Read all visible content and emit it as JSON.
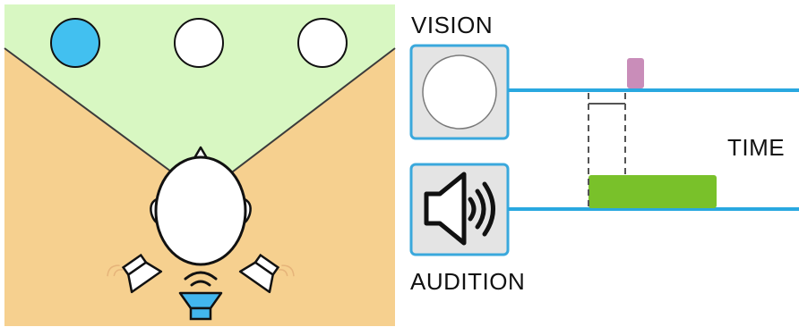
{
  "labels": {
    "vision": "VISION",
    "audition": "AUDITION",
    "time": "TIME"
  },
  "colors": {
    "visual_field": "#d8f7c2",
    "background": "#f6d08f",
    "timeline": "#29a8e0",
    "icon_box_fill": "#e4e4e4",
    "icon_box_border": "#3aa8dc",
    "highlighted_stimulus": "#42c0f0",
    "visual_event": "#c98db9",
    "auditory_event": "#79c12a",
    "active_speaker": "#42b6ee"
  },
  "icons": {
    "vision": "circle-stimulus-icon",
    "audition": "speaker-sound-icon",
    "listener": "head-top-view-icon",
    "speakers": [
      "speaker-icon",
      "speaker-icon",
      "speaker-icon"
    ]
  },
  "scene": {
    "visual_stimuli_count": 3,
    "highlighted_stimulus_index": 0,
    "active_speaker": "center"
  }
}
